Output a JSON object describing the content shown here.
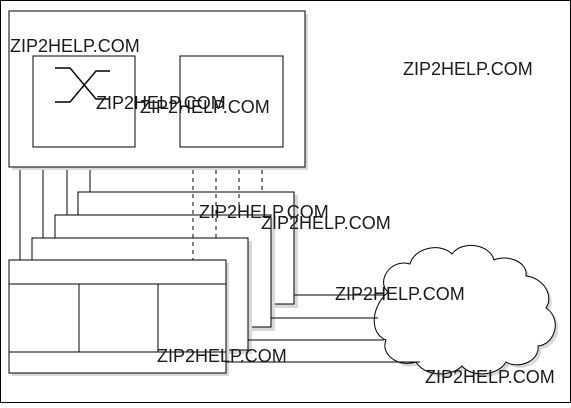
{
  "watermarks": [
    {
      "text": "ZIP2HELP.COM"
    },
    {
      "text": "ZIP2HELP.COM"
    },
    {
      "text": "ZIP2HELP.COM"
    },
    {
      "text": "ZIP2HELP.COM"
    },
    {
      "text": "ZIP2HELP.COM"
    },
    {
      "text": "ZIP2HELP.COM"
    },
    {
      "text": "ZIP2HELP.COM"
    },
    {
      "text": "ZIP2HELP.COM"
    },
    {
      "text": "ZIP2HELP.COM"
    }
  ],
  "colors": {
    "line": "#000000",
    "background": "#ffffff",
    "shadow": "#d8d8d8"
  },
  "icons": {
    "switch": "crossed-lines-switch-icon",
    "network": "cloud-icon"
  }
}
